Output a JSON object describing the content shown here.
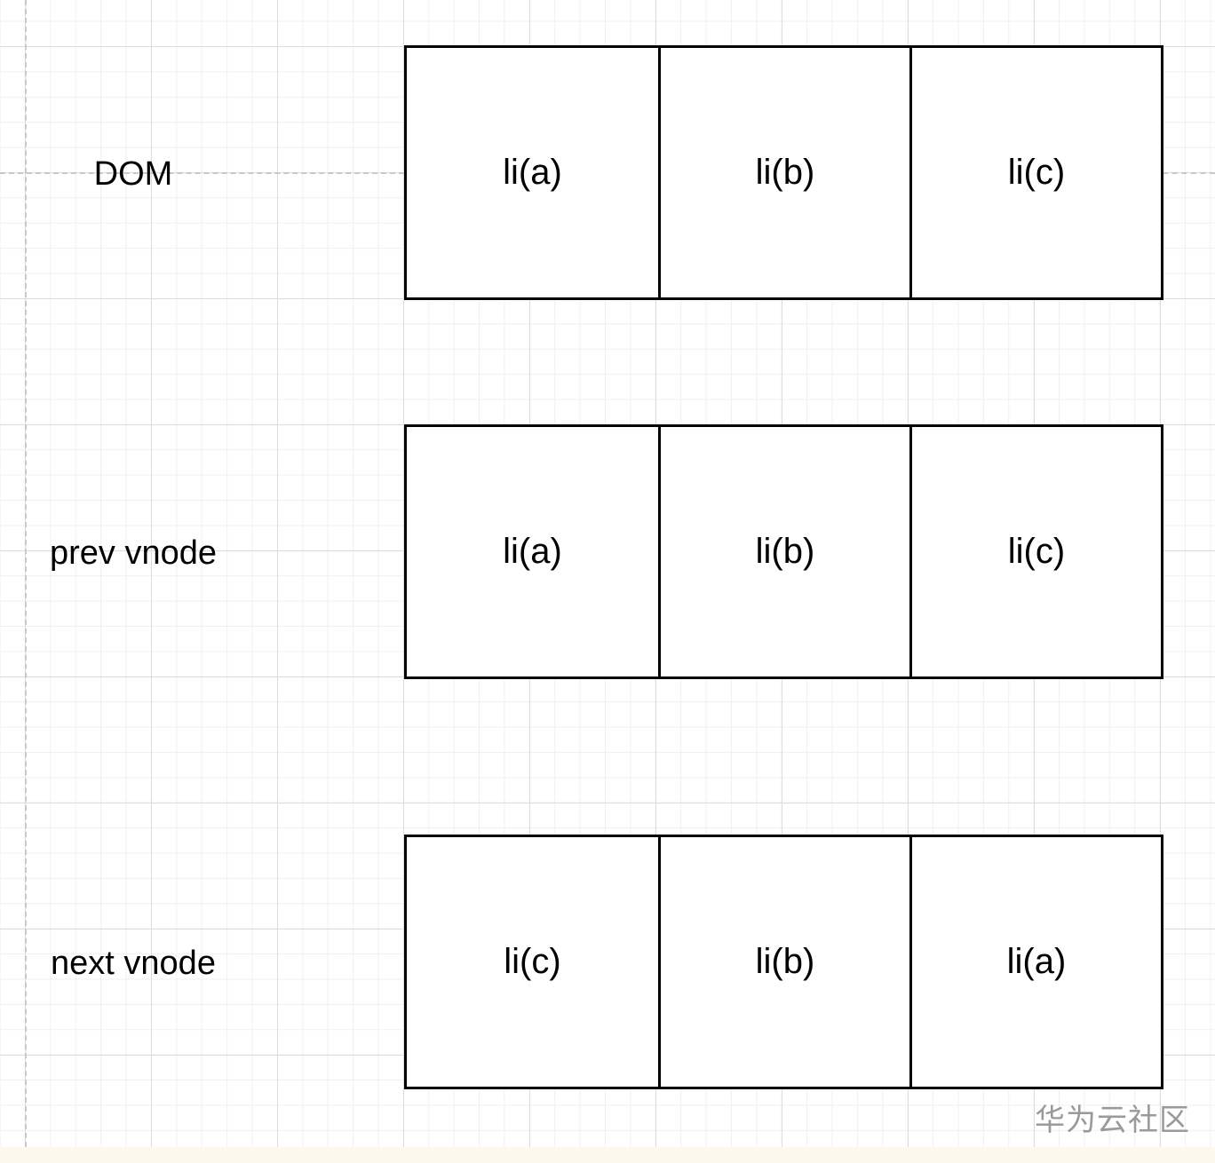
{
  "rows": [
    {
      "label": "DOM",
      "cells": [
        "li(a)",
        "li(b)",
        "li(c)"
      ]
    },
    {
      "label": "prev vnode",
      "cells": [
        "li(a)",
        "li(b)",
        "li(c)"
      ]
    },
    {
      "label": "next vnode",
      "cells": [
        "li(c)",
        "li(b)",
        "li(a)"
      ]
    }
  ],
  "watermark": "华为云社区"
}
